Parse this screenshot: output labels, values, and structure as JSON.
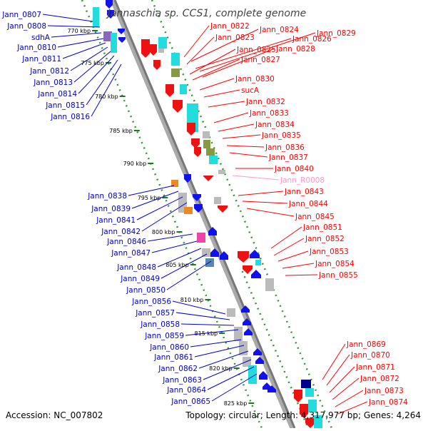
{
  "title": "Jannaschia sp. CCS1, complete genome",
  "accession": "Accession: NC_007802",
  "topology": "Topology: circular; Length: 4,317,977 bp; Genes: 4,264",
  "colors": {
    "left_labels": "#0000cc",
    "right_labels": "#ff0000",
    "rna_label": "#ff99cc",
    "backbone": "#888888",
    "tick": "#339933"
  },
  "kbp_ticks": [
    "770 kbp",
    "775 kbp",
    "780 kbp",
    "785 kbp",
    "790 kbp",
    "795 kbp",
    "800 kbp",
    "805 kbp",
    "810 kbp",
    "815 kbp",
    "820 kbp",
    "825 kbp"
  ],
  "left_labels": [
    "Jann_0807",
    "Jann_0808",
    "sdhA",
    "Jann_0810",
    "Jann_0811",
    "Jann_0812",
    "Jann_0813",
    "Jann_0814",
    "Jann_0815",
    "Jann_0816",
    "Jann_0838",
    "Jann_0839",
    "Jann_0841",
    "Jann_0842",
    "Jann_0846",
    "Jann_0847",
    "Jann_0848",
    "Jann_0849",
    "Jann_0850",
    "Jann_0856",
    "Jann_0857",
    "Jann_0858",
    "Jann_0859",
    "Jann_0860",
    "Jann_0861",
    "Jann_0862",
    "Jann_0863",
    "Jann_0864",
    "Jann_0865"
  ],
  "right_labels": [
    "Jann_0822",
    "Jann_0824",
    "Jann_0823",
    "Jann_0826",
    "Jann_0829",
    "Jann_0825",
    "Jann_0828",
    "Jann_0827",
    "Jann_0830",
    "sucA",
    "Jann_0832",
    "Jann_0833",
    "Jann_0834",
    "Jann_0835",
    "Jann_0836",
    "Jann_0837",
    "Jann_0840",
    "Jann_R0008",
    "Jann_0843",
    "Jann_0844",
    "Jann_0845",
    "Jann_0851",
    "Jann_0852",
    "Jann_0853",
    "Jann_0854",
    "Jann_0855",
    "Jann_0869",
    "Jann_0870",
    "Jann_0871",
    "Jann_0872",
    "Jann_0873",
    "Jann_0874"
  ]
}
